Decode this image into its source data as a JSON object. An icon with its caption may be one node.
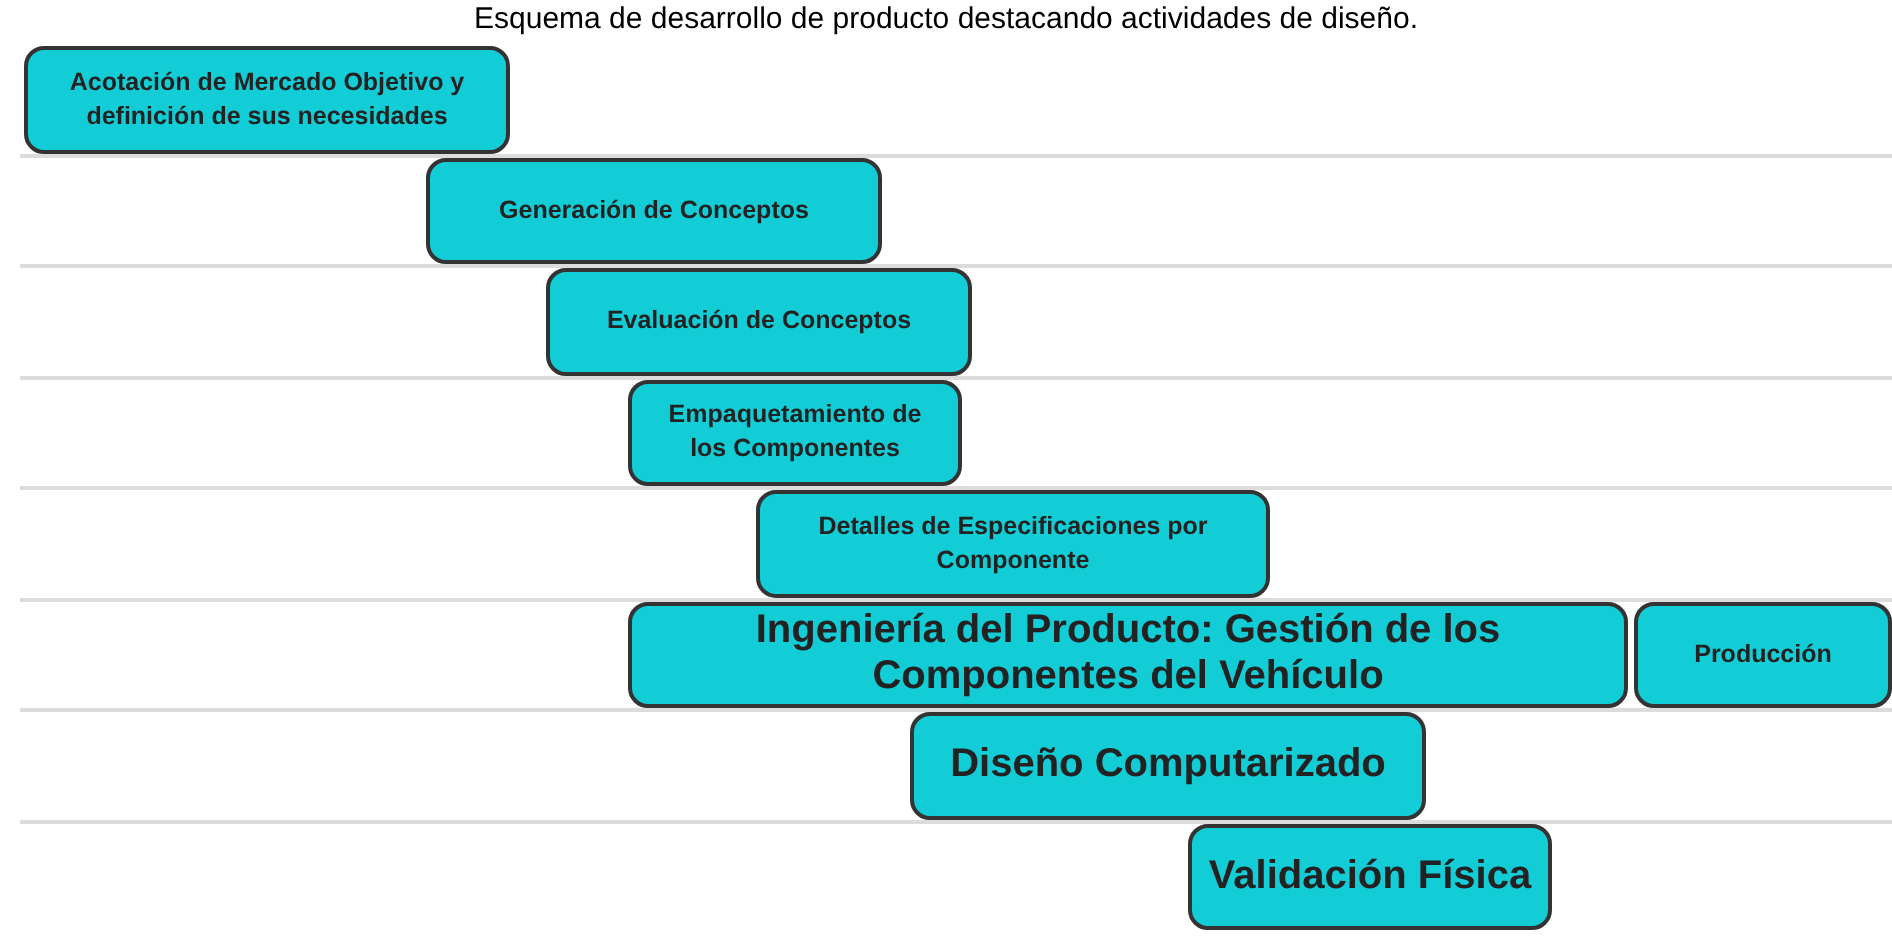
{
  "diagram": {
    "title": "Esquema de desarrollo de producto destacando actividades de diseño.",
    "nodes": [
      {
        "text": [
          "Acotación de Mercado Objetivo y definición de sus necesidades"
        ]
      },
      {
        "text": [
          "Generación de Conceptos"
        ]
      },
      {
        "text": [
          "Evaluación de Conceptos"
        ]
      },
      {
        "text": [
          "Empaquetamiento de los Componentes"
        ]
      },
      {
        "text": [
          "Detalles de Especificaciones por Componente"
        ]
      },
      {
        "text": [
          "Ingeniería del Producto: Gestión de los Componentes del Vehículo"
        ]
      },
      {
        "text": [
          "Producción"
        ]
      },
      {
        "text": [
          "Diseño Computarizado"
        ]
      },
      {
        "text": [
          "Validación Física"
        ]
      }
    ]
  }
}
